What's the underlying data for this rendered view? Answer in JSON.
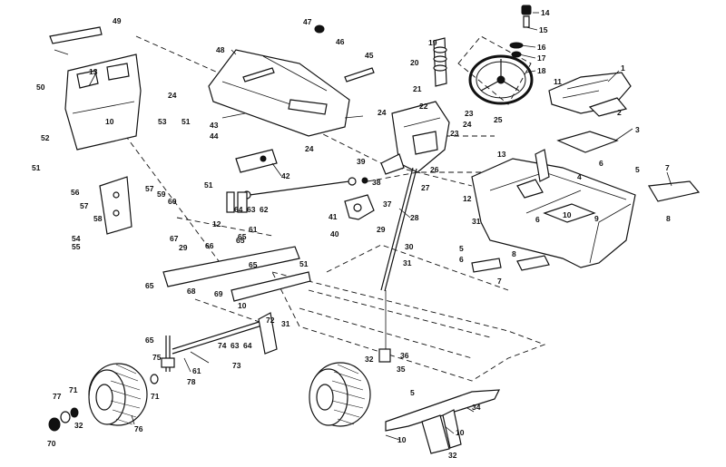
{
  "diagram": {
    "callouts": {
      "n1": "1",
      "n2": "2",
      "n3": "3",
      "n4": "4",
      "n5": "5",
      "n6": "6",
      "n7": "7",
      "n8": "8",
      "n9": "9",
      "n10": "10",
      "n11": "11",
      "n12": "12",
      "n13": "13",
      "n14": "14",
      "n15": "15",
      "n16": "16",
      "n17": "17",
      "n18": "18",
      "n19": "19",
      "n20": "20",
      "n21": "21",
      "n22": "22",
      "n23": "23",
      "n24": "24",
      "n25": "25",
      "n26": "26",
      "n27": "27",
      "n28": "28",
      "n29": "29",
      "n30": "30",
      "n31": "31",
      "n32": "32",
      "n34": "34",
      "n35": "35",
      "n36": "36",
      "n37": "37",
      "n38": "38",
      "n39": "39",
      "n40": "40",
      "n41": "41",
      "n42": "42",
      "n43": "43",
      "n44": "44",
      "n45": "45",
      "n46": "46",
      "n47": "47",
      "n48": "48",
      "n49": "49",
      "n50": "50",
      "n51": "51",
      "n52": "52",
      "n53": "53",
      "n54": "54",
      "n55": "55",
      "n56": "56",
      "n57": "57",
      "n58": "58",
      "n59": "59",
      "n60": "60",
      "n61": "61",
      "n62": "62",
      "n63": "63",
      "n64": "64",
      "n65": "65",
      "n66": "66",
      "n67": "67",
      "n68": "68",
      "n69": "69",
      "n70": "70",
      "n71": "71",
      "n72": "72",
      "n73": "73",
      "n74": "74",
      "n75": "75",
      "n76": "76",
      "n77": "77",
      "n78": "78"
    }
  }
}
